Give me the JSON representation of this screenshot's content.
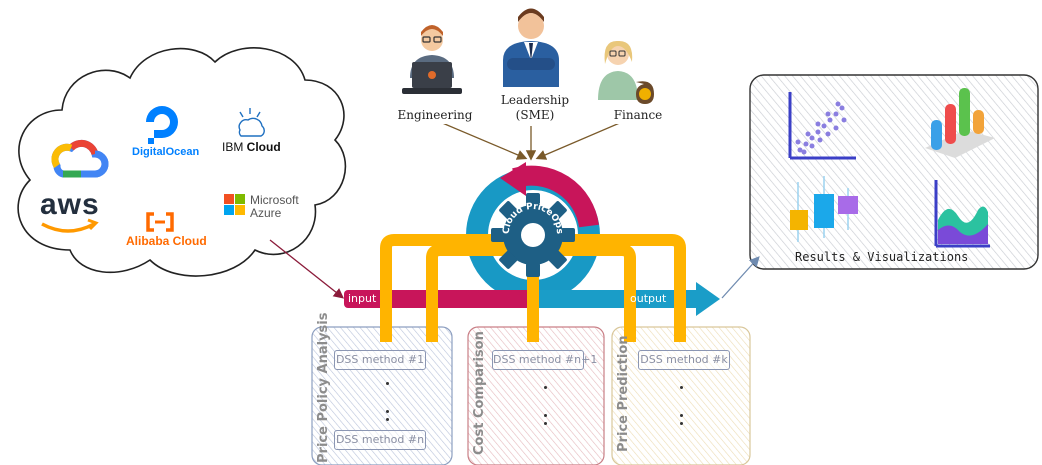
{
  "stakeholders": [
    {
      "label": "Engineering",
      "icon": "engineer-laptop-icon"
    },
    {
      "label": "Leadership\n(SME)",
      "icon": "leader-businessman-icon"
    },
    {
      "label": "Finance",
      "icon": "finance-moneybag-icon"
    }
  ],
  "cloud_providers": {
    "google": {
      "icon": "google-cloud-icon"
    },
    "digitalocean": {
      "name": "DigitalOcean",
      "icon": "digitalocean-icon"
    },
    "ibm": {
      "name_a": "IBM ",
      "name_b": "Cloud",
      "icon": "ibm-cloud-icon"
    },
    "aws": {
      "name": "aws",
      "icon": "aws-smile-icon"
    },
    "alibaba": {
      "name": "Alibaba Cloud",
      "icon": "alibaba-bracket-icon"
    },
    "azure": {
      "name_a": "Microsoft",
      "name_b": "Azure",
      "icon": "microsoft-azure-icon"
    }
  },
  "pipeline": {
    "input_label": "input",
    "output_label": "output",
    "hub_label": "Cloud PriceOps",
    "hub_icon": "gear-icon"
  },
  "modules": [
    {
      "title": "Price Policy Analysis",
      "methods": [
        "DSS method #1",
        "DSS method #n"
      ]
    },
    {
      "title": "Cost Comparison",
      "methods": [
        "DSS method #n+1"
      ]
    },
    {
      "title": "Price Prediction",
      "methods": [
        "DSS method #k"
      ]
    }
  ],
  "results": {
    "title": "Results & Visualizations",
    "icons": [
      "scatter-plot-icon",
      "3d-bar-chart-icon",
      "box-plot-icon",
      "area-chart-icon"
    ]
  },
  "colors": {
    "input_arrow": "#c8155a",
    "output_arrow": "#1a9dc8",
    "loop_bridge": "#ffb400",
    "hub_blue": "#1899c5",
    "gear": "#1e5f85",
    "module1": "#8d9fc0",
    "module2": "#c97f86",
    "module3": "#d9c79b"
  }
}
